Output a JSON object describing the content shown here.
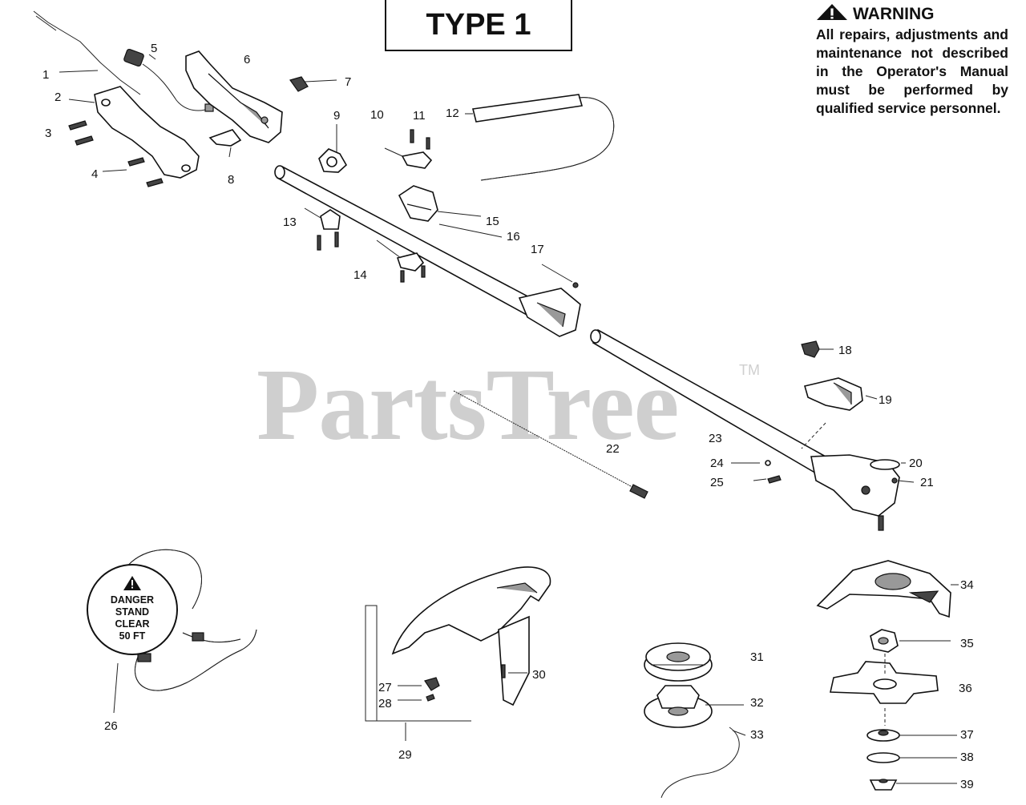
{
  "header": {
    "type_label": "TYPE 1"
  },
  "warning": {
    "title": "WARNING",
    "text": "All repairs, adjustments and maintenance not described in the Operator's Manual must be performed by qualified service personnel."
  },
  "watermark": {
    "brand": "PartsTree",
    "trademark": "TM"
  },
  "decal": {
    "line1": "DANGER",
    "line2": "STAND",
    "line3": "CLEAR",
    "line4": "50 FT"
  },
  "callouts": [
    "1",
    "2",
    "3",
    "4",
    "5",
    "6",
    "7",
    "8",
    "9",
    "10",
    "11",
    "12",
    "13",
    "14",
    "15",
    "16",
    "17",
    "18",
    "19",
    "20",
    "21",
    "22",
    "23",
    "24",
    "25",
    "26",
    "27",
    "28",
    "29",
    "30",
    "31",
    "32",
    "33",
    "34",
    "35",
    "36",
    "37",
    "38",
    "39"
  ],
  "icons": {
    "warning": "warning-triangle-icon",
    "danger": "danger-triangle-icon"
  }
}
